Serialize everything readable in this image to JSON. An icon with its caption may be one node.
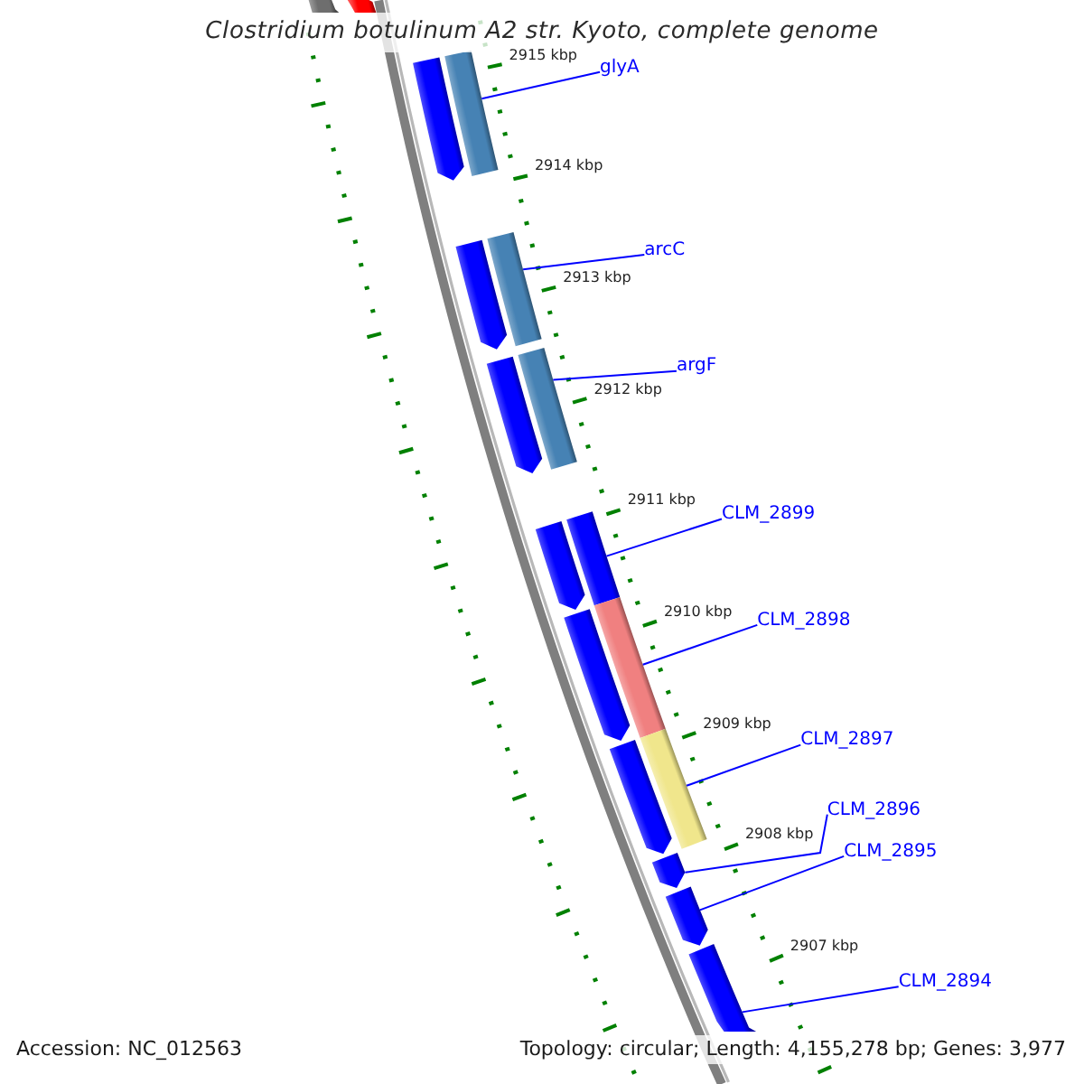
{
  "diagram": {
    "title": "Clostridium botulinum A2 str. Kyoto, complete genome",
    "nodes": [
      {
        "text": [
          "glyA"
        ]
      },
      {
        "text": [],
        "shape": "bar"
      },
      {
        "text": [
          "arcC"
        ]
      },
      {
        "text": [],
        "shape": "bar"
      },
      {
        "text": [
          "argF"
        ]
      },
      {
        "text": [],
        "shape": "bar"
      },
      {
        "text": [
          "CLM_2899"
        ]
      },
      {
        "text": [],
        "shape": "bar"
      },
      {
        "text": [
          "CLM_2898"
        ]
      },
      {
        "text": [],
        "shape": "bar"
      },
      {
        "text": [
          "CLM_2897"
        ]
      },
      {
        "text": [],
        "shape": "bar"
      },
      {
        "text": [
          "CLM_2896"
        ]
      },
      {
        "text": [],
        "shape": "pentagon"
      },
      {
        "text": [
          "CLM_2895"
        ]
      },
      {
        "text": [],
        "shape": "pentagon"
      },
      {
        "text": [
          "CLM_2894"
        ]
      },
      {
        "text": [],
        "shape": "pentagon"
      },
      {
        "text": [],
        "shape": "bar"
      },
      {
        "text": [],
        "shape": "bar"
      },
      {
        "text": [],
        "shape": "pentagon"
      },
      {
        "text": [],
        "shape": "pentagon"
      },
      {
        "text": [],
        "shape": "pentagon"
      },
      {
        "text": [],
        "shape": "pentagon"
      },
      {
        "text": [],
        "shape": "pentagon"
      },
      {
        "text": [],
        "shape": "pentagon"
      }
    ],
    "edges": [
      {
        "from": 0,
        "to": 1,
        "arrow": "none"
      },
      {
        "from": 2,
        "to": 3,
        "arrow": "none"
      },
      {
        "from": 4,
        "to": 5,
        "arrow": "none"
      },
      {
        "from": 6,
        "to": 7,
        "arrow": "none"
      },
      {
        "from": 8,
        "to": 9,
        "arrow": "none"
      },
      {
        "from": 10,
        "to": 11,
        "arrow": "none"
      },
      {
        "from": 12,
        "to": 13,
        "arrow": "none"
      },
      {
        "from": 14,
        "to": 15,
        "arrow": "none"
      },
      {
        "from": 16,
        "to": 17,
        "arrow": "none"
      }
    ],
    "labels": [
      "2915 kbp",
      "2914 kbp",
      "2913 kbp",
      "2912 kbp",
      "2911 kbp",
      "2910 kbp",
      "2909 kbp",
      "2908 kbp",
      "2907 kbp",
      "Accession: NC_012563",
      "Topology: circular; Length: 4,155,278 bp; Genes: 3,977"
    ]
  }
}
